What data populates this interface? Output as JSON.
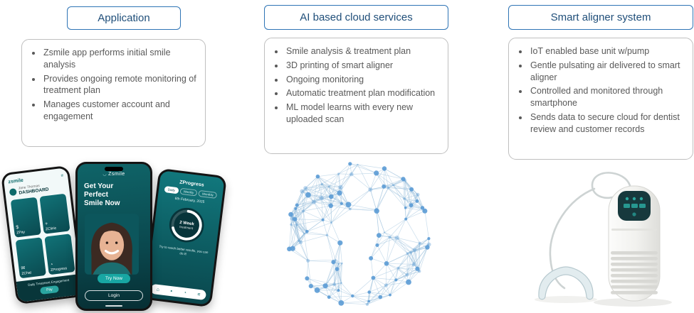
{
  "columns": [
    {
      "title": "Application",
      "bullets": [
        "Zsmile app performs initial smile analysis",
        "Provides ongoing remote monitoring of treatment plan",
        "Manages customer account and engagement"
      ]
    },
    {
      "title": "AI based cloud services",
      "bullets": [
        "Smile analysis & treatment plan",
        "3D printing of smart aligner",
        "Ongoing monitoring",
        "Automatic treatment plan modification",
        "ML model learns with every new uploaded scan"
      ]
    },
    {
      "title": "Smart aligner system",
      "bullets": [
        "IoT enabled base unit w/pump",
        "Gentle pulsating air delivered to smart aligner",
        "Controlled and monitored through smartphone",
        "Sends data to secure cloud for dentist review and customer records"
      ]
    }
  ],
  "phones": {
    "left": {
      "brand": "zsmile",
      "user_name": "Jane Thomas",
      "screen_title": "DASHBOARD",
      "tiles": [
        "ZPay",
        "ZClinic",
        "ZChat",
        "ZProgress"
      ],
      "footer_text": "Daily Treatment Engagement",
      "footer_button": "Pay"
    },
    "center": {
      "brand": "Zsmile",
      "headline": "Get Your Perfect Smile Now",
      "cta": "Try Now",
      "login": "Login"
    },
    "right": {
      "title": "ZProgress",
      "filters": [
        "Daily",
        "Weekly",
        "Monthly"
      ],
      "date": "6th February, 2025",
      "ring_value": "2 Week",
      "ring_label": "treatment",
      "note": "Try to reach better results, you can do it!"
    }
  },
  "globe": {
    "points": 100,
    "radius": 100,
    "seed": 42,
    "link_distance": 40,
    "dot_color": "#5b9bd5",
    "line_color": "#93bcda"
  },
  "colors": {
    "accent-blue": "#2e74b5",
    "title-blue": "#1f4e79",
    "body-gray": "#595959",
    "box-border": "#bfbfbf",
    "teal": "#0d6b6b",
    "teal-dark": "#0a474d",
    "globe-blue": "#5b9bd5"
  }
}
